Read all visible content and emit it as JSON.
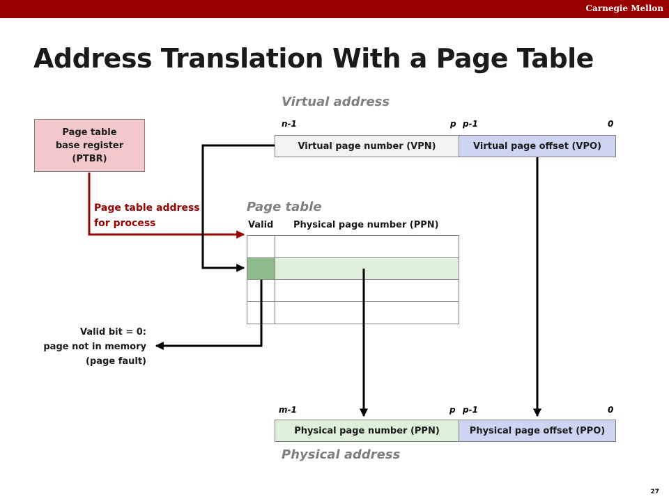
{
  "header": {
    "brand": "Carnegie Mellon"
  },
  "slide": {
    "title": "Address Translation With a Page Table",
    "page_number": "27"
  },
  "virtual_address": {
    "label": "Virtual address",
    "bits": {
      "high": "n-1",
      "p": "p",
      "p_minus_1": "p-1",
      "zero": "0"
    },
    "vpn_label": "Virtual page number (VPN)",
    "vpo_label": "Virtual page offset (VPO)",
    "vpn_color": "#f2f2f2",
    "vpo_color": "#cdd5f3"
  },
  "ptbr": {
    "line1": "Page table",
    "line2": "base register",
    "line3": "(PTBR)",
    "color": "#f2c8cc"
  },
  "ptbr_link": {
    "line1": "Page table address",
    "line2": "for process",
    "color": "#990000"
  },
  "page_table": {
    "label": "Page table",
    "valid_header": "Valid",
    "ppn_header": "Physical page number (PPN)",
    "rows": 4,
    "highlighted_row": 2,
    "valid_highlight_color": "#8fbc8f",
    "ppn_highlight_color": "#dff0da"
  },
  "fault_note": {
    "line1": "Valid bit = 0:",
    "line2": "page not in memory",
    "line3": "(page fault)"
  },
  "physical_address": {
    "label": "Physical address",
    "bits": {
      "high": "m-1",
      "p": "p",
      "p_minus_1": "p-1",
      "zero": "0"
    },
    "ppn_label": "Physical page number (PPN)",
    "ppo_label": "Physical page offset (PPO)",
    "ppn_color": "#dff0da",
    "ppo_color": "#cdd5f3"
  }
}
